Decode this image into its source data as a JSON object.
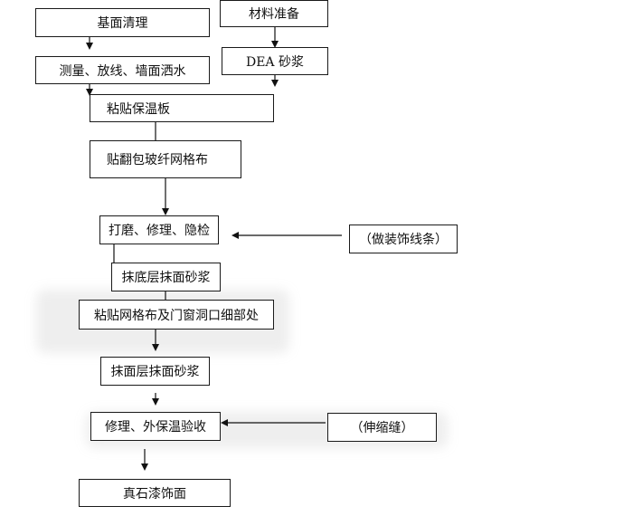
{
  "steps": {
    "base_clean": "基面清理",
    "material_prep": "材料准备",
    "measure": "测量、放线、墙面洒水",
    "dea_mortar": "DEA 砂浆",
    "paste_board": "粘贴保温板",
    "wrap_mesh": "贴翻包玻纤网格布",
    "grind_repair": "打磨、修理、隐检",
    "decor_strip": "（做装饰线条）",
    "base_mortar": "抹底层抹面砂浆",
    "paste_mesh": "粘贴网格布及门窗洞口细部处",
    "surface_mortar": "抹面层抹面砂浆",
    "repair_accept": "修理、外保温验收",
    "expansion_joint": "（伸缩缝）",
    "stone_paint": "真石漆饰面"
  }
}
